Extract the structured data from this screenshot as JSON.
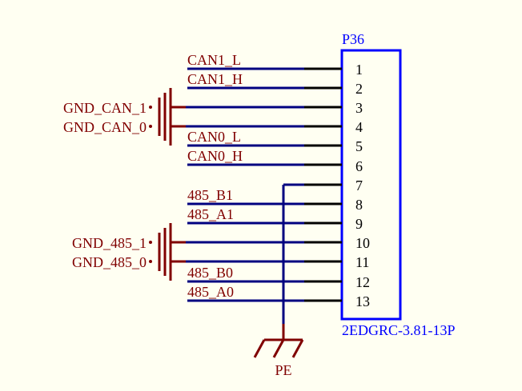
{
  "colors": {
    "background": "#fffff2",
    "wire": "#000080",
    "net_label": "#800000",
    "component": "#0000ff",
    "pin_stub": "#000000",
    "power_port": "#800000"
  },
  "component": {
    "designator": "P36",
    "part": "2EDGRC-3.81-13P",
    "pins": [
      "1",
      "2",
      "3",
      "4",
      "5",
      "6",
      "7",
      "8",
      "9",
      "10",
      "11",
      "12",
      "13"
    ]
  },
  "nets": {
    "can1_l": "CAN1_L",
    "can1_h": "CAN1_H",
    "can0_l": "CAN0_L",
    "can0_h": "CAN0_H",
    "b1_485": "485_B1",
    "a1_485": "485_A1",
    "b0_485": "485_B0",
    "a0_485": "485_A0"
  },
  "ports": {
    "gnd_can_1": "GND_CAN_1",
    "gnd_can_0": "GND_CAN_0",
    "gnd_485_1": "GND_485_1",
    "gnd_485_0": "GND_485_0",
    "pe": "PE"
  }
}
